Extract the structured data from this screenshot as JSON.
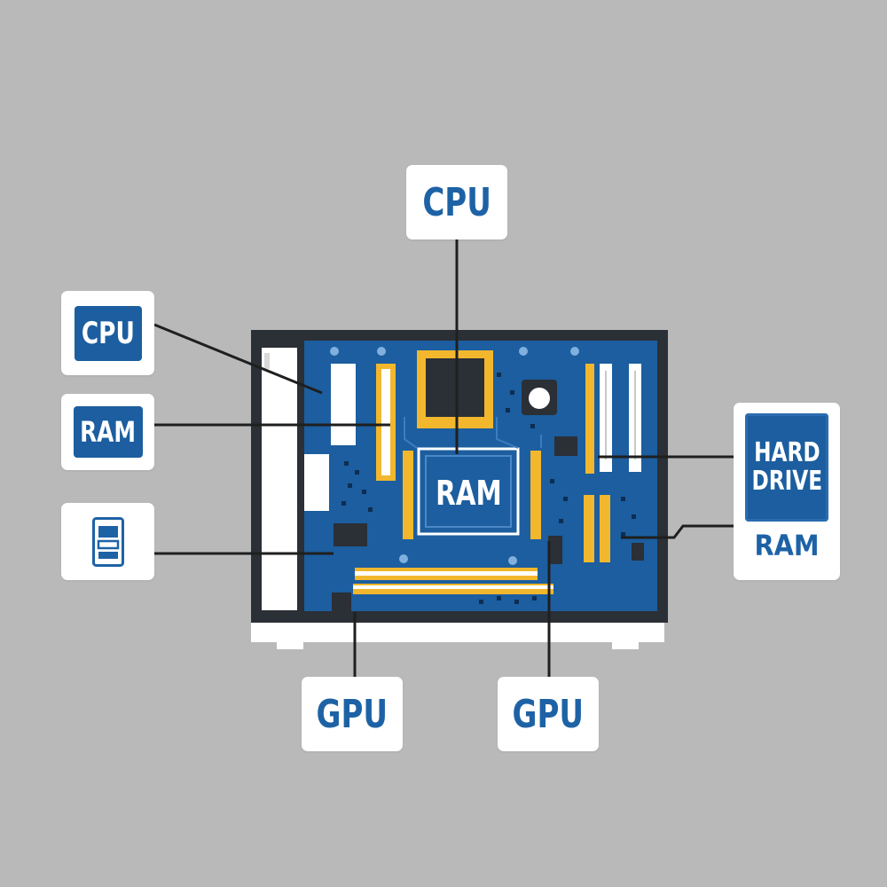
{
  "colors": {
    "background": "#b9b9b9",
    "board": "#1c5e9f",
    "accent_yellow": "#f2b72d",
    "label_blue": "#1e62a6",
    "callout_bg": "#ffffff",
    "case_dark": "#2b2f36"
  },
  "labels": {
    "cpu_top": "CPU",
    "cpu_left": "CPU",
    "ram_left": "RAM",
    "drive_left_icon": "drive-icon",
    "gpu_left": "GPU",
    "gpu_right": "GPU",
    "hdd_line1": "HARD",
    "hdd_line2": "DRIVE",
    "hdd_sub": "RAM",
    "board_ram": "RAM"
  }
}
